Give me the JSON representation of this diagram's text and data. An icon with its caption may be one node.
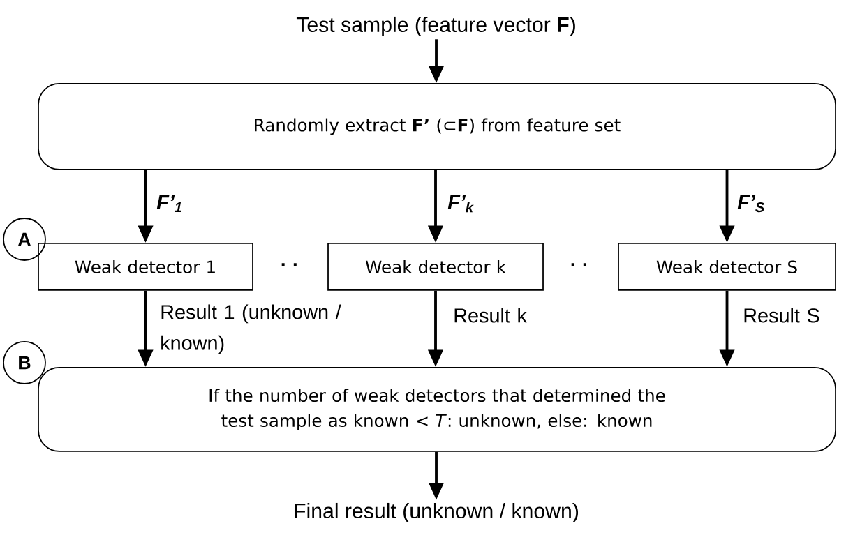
{
  "diagram": {
    "nodes": [
      {
        "text": [
          "Test sample (feature vector **F**)"
        ]
      },
      {
        "text": [
          "Randomly extract **F’** (⊂**F**) from feature set"
        ]
      },
      {
        "text": [
          "Weak detector 1"
        ]
      },
      {
        "text": [
          "Weak detector k"
        ]
      },
      {
        "text": [
          "Weak detector S"
        ]
      },
      {
        "text": [
          "If the number of weak detectors that determined the test sample as known < *T*: unknown, else: known"
        ]
      },
      {
        "text": [
          "Final result (unknown / known)"
        ]
      },
      {
        "text": [
          "A"
        ]
      },
      {
        "text": [
          "B"
        ]
      }
    ],
    "edges": [
      {
        "from": 0,
        "to": 1,
        "arrow": "to"
      },
      {
        "from": 1,
        "to": 2,
        "arrow": "to",
        "label": "**F’**$_{1}$"
      },
      {
        "from": 1,
        "to": 3,
        "arrow": "to",
        "label": "**F’**$_{k}$"
      },
      {
        "from": 1,
        "to": 4,
        "arrow": "to",
        "label": "**F’**$_{S}$"
      },
      {
        "from": 2,
        "to": 5,
        "arrow": "to",
        "label": "Result 1 (unknown / known)"
      },
      {
        "from": 3,
        "to": 5,
        "arrow": "to",
        "label": "Result k"
      },
      {
        "from": 4,
        "to": 5,
        "arrow": "to",
        "label": "Result S"
      },
      {
        "from": 5,
        "to": 6,
        "arrow": "to"
      }
    ],
    "labels": [
      "· ·",
      "· ·"
    ]
  }
}
